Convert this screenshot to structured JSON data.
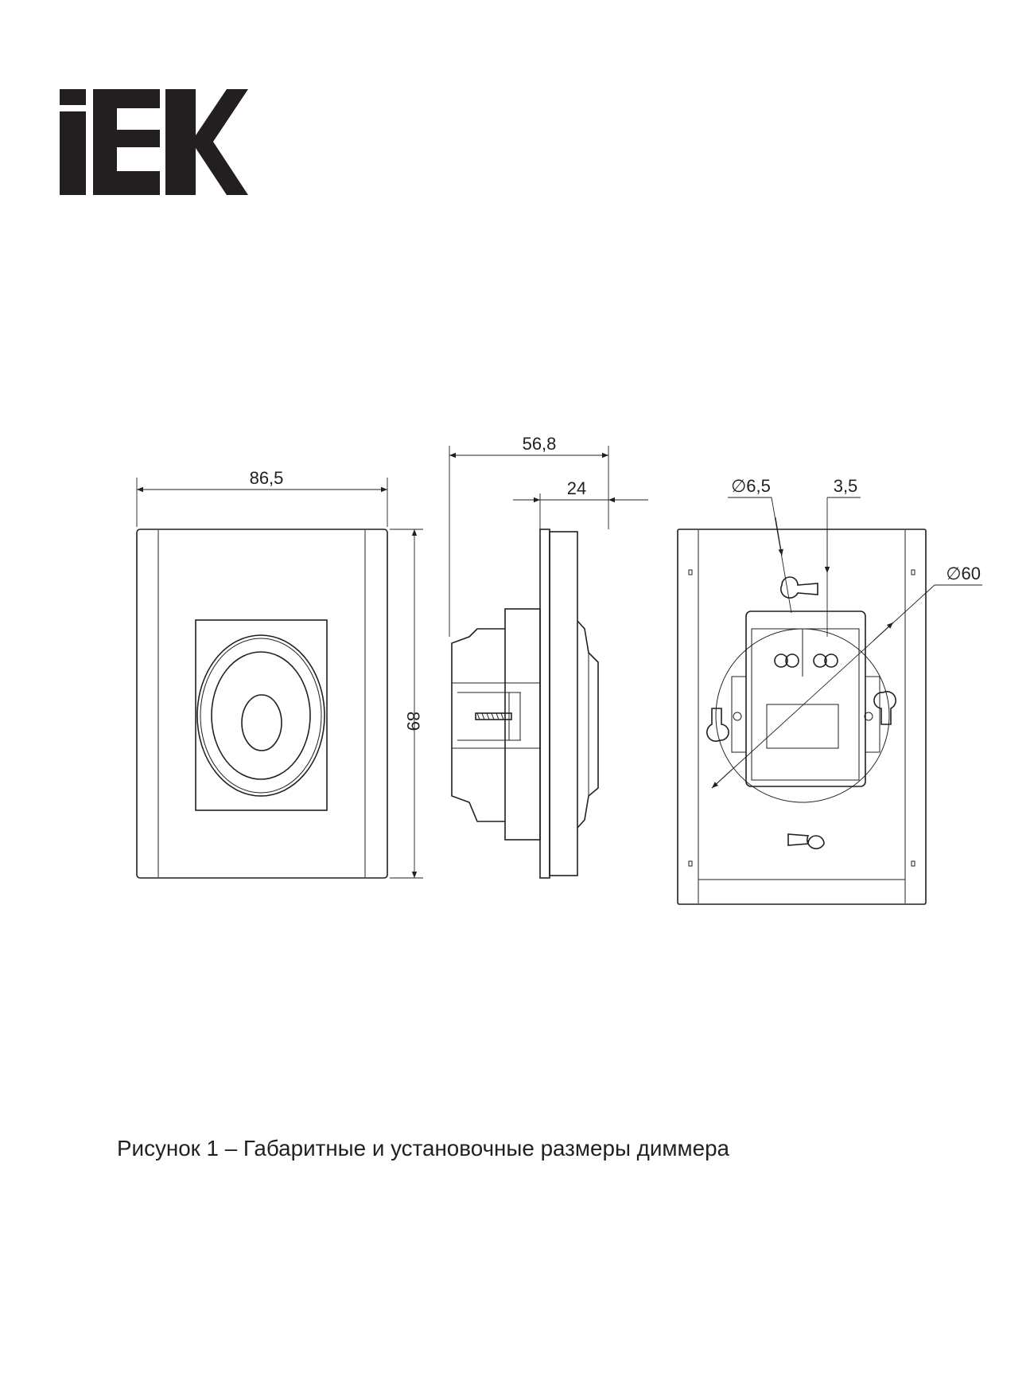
{
  "logo": {
    "text": "IEK",
    "color": "#231f20"
  },
  "drawing": {
    "front_view": {
      "width_label": "86,5",
      "height_label": "89"
    },
    "side_view": {
      "depth_label": "56,8",
      "plate_depth_label": "24"
    },
    "back_view": {
      "hole_dia_label": "∅6,5",
      "offset_label": "3,5",
      "mount_dia_label": "∅60"
    }
  },
  "caption": "Рисунок 1 – Габаритные и установочные размеры диммера"
}
